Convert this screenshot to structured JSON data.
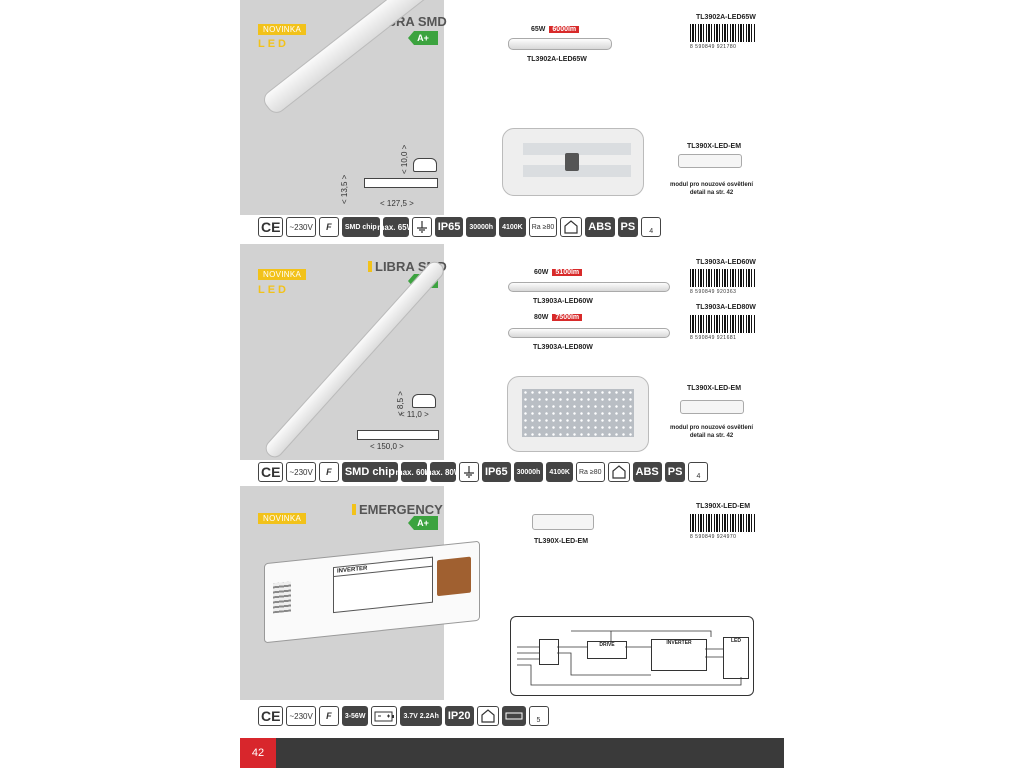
{
  "page_number": "42",
  "sections": [
    {
      "badge_novinka": "NOVINKA",
      "badge_led": "LED",
      "title": "LIBRA SMD",
      "energy_class": "A+",
      "dims": {
        "w": "< 127,5 >",
        "h": "< 13,5 >",
        "d": "< 10,0 >"
      },
      "products": [
        {
          "code_top": "TL3902A-LED65W",
          "power": "65W",
          "lumen": "6000lm",
          "code_label": "TL3902A-LED65W",
          "barcode": "8 590849 921780"
        }
      ],
      "em": {
        "code": "TL390X-LED-EM",
        "note_line1": "modul pro nouzové osvětlení",
        "note_line2": "detail na str. 42"
      },
      "icons": [
        "CE",
        "~230V",
        "F",
        "SMD chip",
        "max. 65W",
        "ground",
        "IP65",
        "30000h",
        "4100K",
        "Ra ≥80",
        "house",
        "ABS",
        "PS",
        "4"
      ]
    },
    {
      "badge_novinka": "NOVINKA",
      "badge_led": "LED",
      "title": "LIBRA SMD",
      "energy_class": "A+",
      "dims": {
        "w": "< 150,0 >",
        "h": "< 8,5 >",
        "d": "< 11,0 >"
      },
      "products": [
        {
          "code_top": "TL3903A-LED60W",
          "power": "60W",
          "lumen": "5100lm",
          "code_label": "TL3903A-LED60W",
          "barcode": "8 590849 920363"
        },
        {
          "code_top": "TL3903A-LED80W",
          "power": "80W",
          "lumen": "7500lm",
          "code_label": "TL3903A-LED80W",
          "barcode": "8 590849 921681"
        }
      ],
      "em": {
        "code": "TL390X-LED-EM",
        "note_line1": "modul pro nouzové osvětlení",
        "note_line2": "detail na str. 42"
      },
      "icons": [
        "CE",
        "~230V",
        "F",
        "SMD chip",
        "max. 60W",
        "max. 80W",
        "ground",
        "IP65",
        "30000h",
        "4100K",
        "Ra ≥80",
        "house",
        "ABS",
        "PS",
        "4"
      ]
    },
    {
      "badge_novinka": "NOVINKA",
      "title": "EMERGENCY",
      "energy_class": "A+",
      "product": {
        "code_top": "TL390X-LED-EM",
        "code_label": "TL390X-LED-EM",
        "barcode": "8 590849 924970"
      },
      "inverter_label": "INVERTER",
      "diagram": {
        "drive": "DRIVE",
        "inverter": "INVERTER",
        "led": "LED"
      },
      "icons": [
        "CE",
        "~230V",
        "F",
        "3-56W",
        "battery",
        "3.7V 2.2Ah",
        "IP20",
        "house",
        "module",
        "5"
      ]
    }
  ]
}
